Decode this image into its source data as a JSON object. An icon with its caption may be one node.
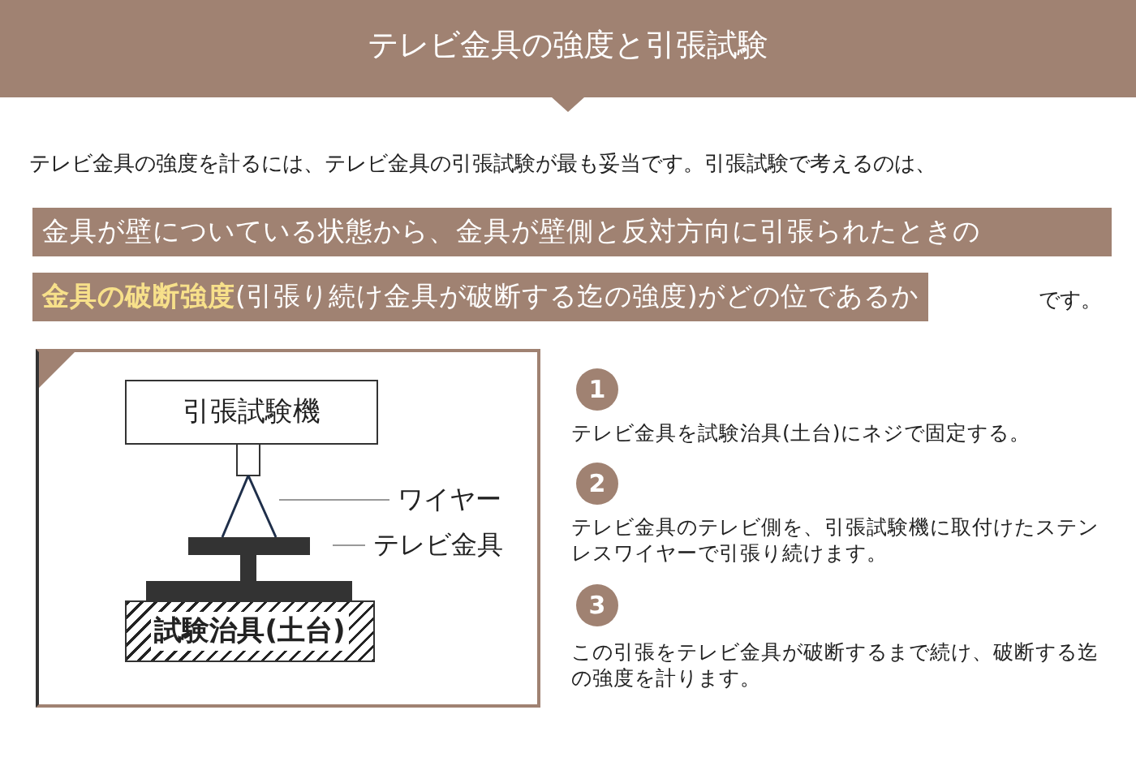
{
  "diagram": {
    "title": "テレビ金具の強度と引張試験",
    "nodes": [
      {
        "text": [
          "引張試験機"
        ]
      },
      {
        "text": [
          "ワイヤー"
        ]
      },
      {
        "text": [
          "テレビ金具"
        ]
      },
      {
        "text": [
          "試験治具(土台)"
        ]
      },
      {
        "text": [
          "1"
        ],
        "beside": [
          "テレビ金具を試験治具(土台)にネジで固定する。"
        ]
      },
      {
        "text": [
          "2"
        ],
        "beside": [
          "テレビ金具のテレビ側を、引張試験機に取付けたステンレスワイヤーで引張り続けます。"
        ]
      },
      {
        "text": [
          "3"
        ],
        "beside": [
          "この引張をテレビ金具が破断するまで続け、破断する迄の強度を計ります。"
        ]
      }
    ],
    "edges": [
      {
        "from": 1,
        "to": null,
        "arrow": "none"
      },
      {
        "from": 2,
        "to": null,
        "arrow": "none"
      }
    ],
    "labels": [
      "テレビ金具の強度を計るには、テレビ金具の引張試験が最も妥当です。引張試験で考えるのは、",
      "金具が壁についている状態から、金具が壁側と反対方向に引張られたときの",
      "**金具の破断強度**(引張り続け金具が破断する迄の強度)がどの位であるか",
      "です。"
    ]
  }
}
